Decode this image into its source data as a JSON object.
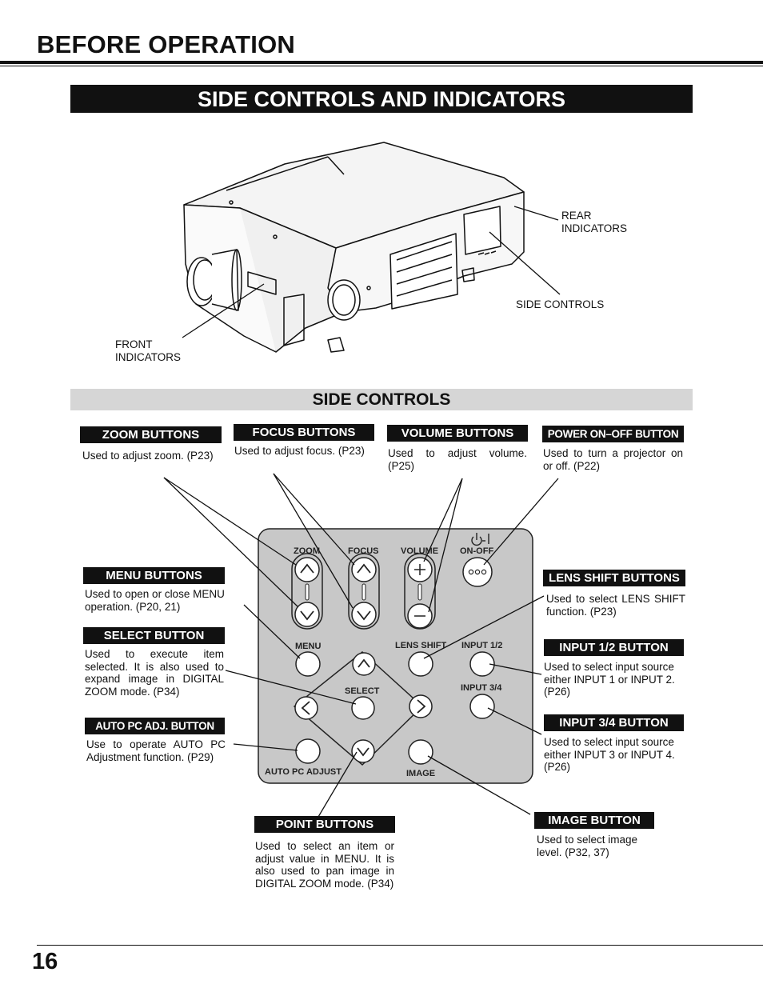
{
  "header": {
    "title": "BEFORE OPERATION"
  },
  "section": {
    "title": "SIDE CONTROLS AND INDICATORS"
  },
  "illustration": {
    "rear_indicators": [
      "REAR",
      "INDICATORS"
    ],
    "side_controls": "SIDE CONTROLS",
    "front_indicators": [
      "FRONT",
      "INDICATORS"
    ]
  },
  "side_controls": {
    "title": "SIDE CONTROLS",
    "zoom": {
      "label": "ZOOM BUTTONS",
      "desc": "Used to adjust zoom. (P23)"
    },
    "focus": {
      "label": "FOCUS BUTTONS",
      "desc": "Used to adjust focus.  (P23)"
    },
    "volume": {
      "label": "VOLUME BUTTONS",
      "desc": "Used to adjust volume. (P25)"
    },
    "power": {
      "label": "POWER ON–OFF BUTTON",
      "desc": "Used to turn a projector on or off.  (P22)"
    },
    "menu": {
      "label": "MENU BUTTONS",
      "desc": "Used to open or close MENU operation. (P20, 21)"
    },
    "select": {
      "label": "SELECT BUTTON",
      "desc": "Used to execute item selected.  It is also used to expand image in DIGITAL ZOOM mode. (P34)"
    },
    "autopc": {
      "label": "AUTO PC ADJ. BUTTON",
      "desc": "Use to operate AUTO PC Adjustment function.  (P29)"
    },
    "lensshift": {
      "label": "LENS SHIFT BUTTONS",
      "desc": "Used to select LENS SHIFT function. (P23)"
    },
    "input12": {
      "label": "INPUT 1/2 BUTTON",
      "desc": "Used to select input source either INPUT 1 or INPUT 2. (P26)"
    },
    "input34": {
      "label": "INPUT 3/4 BUTTON",
      "desc": "Used to select input source either INPUT 3 or INPUT 4. (P26)"
    },
    "point": {
      "label": "POINT BUTTONS",
      "desc": "Used to select an item or adjust value in MENU.  It is also used to pan image in DIGITAL ZOOM mode. (P34)"
    },
    "image": {
      "label": "IMAGE BUTTON",
      "desc": "Used to select image level.  (P32, 37)"
    }
  },
  "panel": {
    "zoom": "ZOOM",
    "focus": "FOCUS",
    "volume": "VOLUME",
    "onoff": "ON-OFF",
    "menu": "MENU",
    "lensshift": "LENS SHIFT",
    "input12": "INPUT 1/2",
    "select": "SELECT",
    "input34": "INPUT 3/4",
    "autopc": "AUTO PC ADJUST",
    "image": "IMAGE"
  },
  "footer": {
    "page_number": "16"
  }
}
